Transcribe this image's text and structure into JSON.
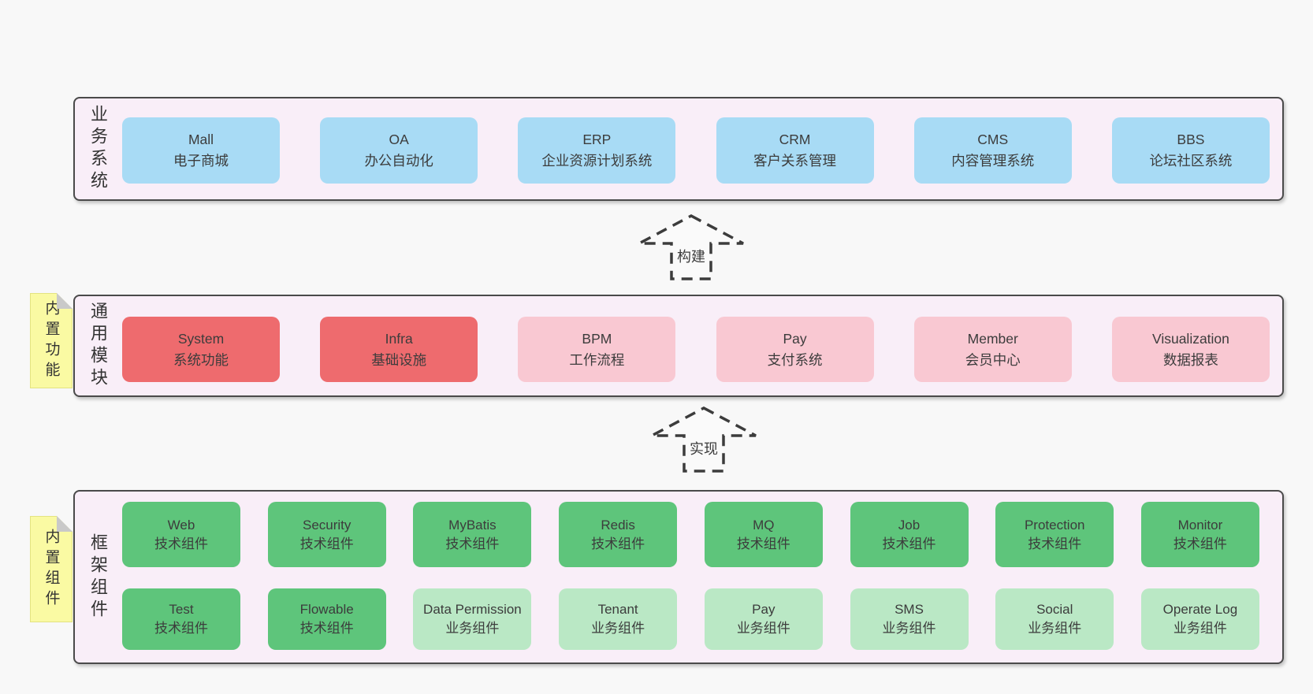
{
  "arrows": [
    {
      "label": "构建"
    },
    {
      "label": "实现"
    }
  ],
  "panels": [
    {
      "label": "业务系统",
      "boxes": [
        {
          "title": "Mall",
          "subtitle": "电子商城"
        },
        {
          "title": "OA",
          "subtitle": "办公自动化"
        },
        {
          "title": "ERP",
          "subtitle": "企业资源计划系统"
        },
        {
          "title": "CRM",
          "subtitle": "客户关系管理"
        },
        {
          "title": "CMS",
          "subtitle": "内容管理系统"
        },
        {
          "title": "BBS",
          "subtitle": "论坛社区系统"
        }
      ]
    },
    {
      "label": "通用模块",
      "note": "内置功能",
      "boxes": [
        {
          "title": "System",
          "subtitle": "系统功能"
        },
        {
          "title": "Infra",
          "subtitle": "基础设施"
        },
        {
          "title": "BPM",
          "subtitle": "工作流程"
        },
        {
          "title": "Pay",
          "subtitle": "支付系统"
        },
        {
          "title": "Member",
          "subtitle": "会员中心"
        },
        {
          "title": "Visualization",
          "subtitle": "数据报表"
        }
      ]
    },
    {
      "label": "框架组件",
      "note": "内置组件",
      "rows": [
        [
          {
            "title": "Web",
            "subtitle": "技术组件"
          },
          {
            "title": "Security",
            "subtitle": "技术组件"
          },
          {
            "title": "MyBatis",
            "subtitle": "技术组件"
          },
          {
            "title": "Redis",
            "subtitle": "技术组件"
          },
          {
            "title": "MQ",
            "subtitle": "技术组件"
          },
          {
            "title": "Job",
            "subtitle": "技术组件"
          },
          {
            "title": "Protection",
            "subtitle": "技术组件"
          },
          {
            "title": "Monitor",
            "subtitle": "技术组件"
          }
        ],
        [
          {
            "title": "Test",
            "subtitle": "技术组件"
          },
          {
            "title": "Flowable",
            "subtitle": "技术组件"
          },
          {
            "title": "Data Permission",
            "subtitle": "业务组件"
          },
          {
            "title": "Tenant",
            "subtitle": "业务组件"
          },
          {
            "title": "Pay",
            "subtitle": "业务组件"
          },
          {
            "title": "SMS",
            "subtitle": "业务组件"
          },
          {
            "title": "Social",
            "subtitle": "业务组件"
          },
          {
            "title": "Operate Log",
            "subtitle": "业务组件"
          }
        ]
      ]
    }
  ],
  "colors": {
    "page_background": "#f8f8f8",
    "panel_background": "#f9eef8",
    "panel_border": "#4a4a4a",
    "business_box": "#a8dbf5",
    "core_module_box": "#ee6b6e",
    "optional_module_box": "#f9c8d2",
    "tech_component_box": "#5ec57b",
    "biz_component_box": "#bae8c5",
    "sticky_note": "#fafaa3",
    "text": "#3c3c3c"
  }
}
